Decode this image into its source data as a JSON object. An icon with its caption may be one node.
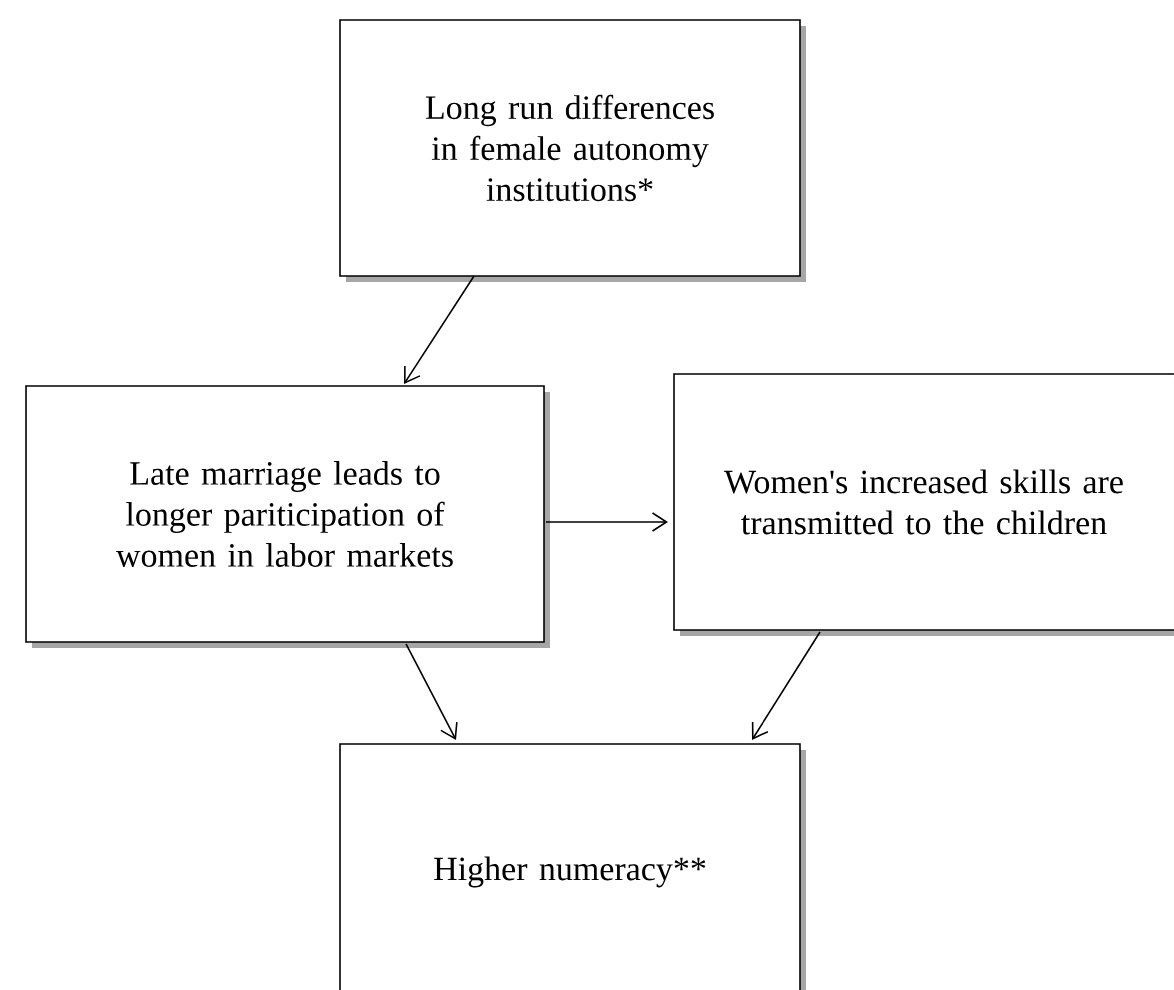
{
  "diagram": {
    "nodes": [
      {
        "text": [
          "Long run differences in female autonomy institutions*"
        ]
      },
      {
        "text": [
          "Late marriage leads to longer pariticipation of women in labor markets"
        ]
      },
      {
        "text": [
          "Women's increased skills are transmitted to the children"
        ]
      },
      {
        "text": [
          "Higher numeracy**"
        ]
      }
    ],
    "edges": [
      {
        "from": 0,
        "to": 1,
        "arrow": "to"
      },
      {
        "from": 1,
        "to": 2,
        "arrow": "to"
      },
      {
        "from": 1,
        "to": 3,
        "arrow": "to"
      },
      {
        "from": 2,
        "to": 3,
        "arrow": "to"
      }
    ]
  }
}
